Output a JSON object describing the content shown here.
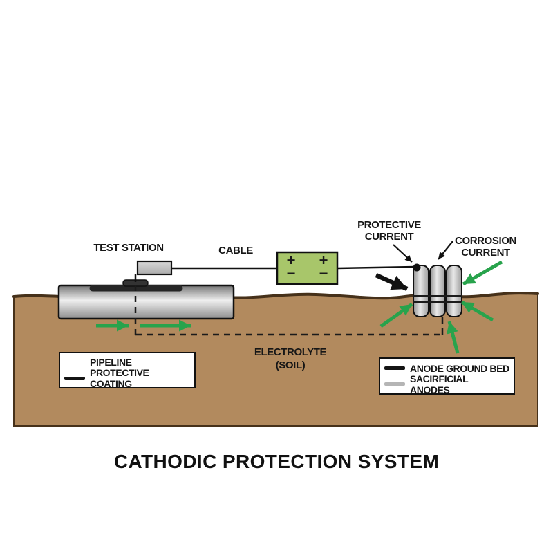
{
  "title": "CATHODIC PROTECTION SYSTEM",
  "labels": {
    "test_station": "TEST STATION",
    "cable": "CABLE",
    "protective_current": "PROTECTIVE\nCURRENT",
    "corrosion_current": "CORROSION\nCURRENT",
    "electrolyte": "ELECTROLYTE\n(SOIL)"
  },
  "battery": {
    "plus": "+",
    "minus": "−"
  },
  "legends": {
    "pipeline_box": {
      "items": [
        {
          "swatch": "none",
          "label": "PIPELINE"
        },
        {
          "swatch": "black-line",
          "label": "PROTECTIVE COATING"
        }
      ]
    },
    "anode_box": {
      "items": [
        {
          "swatch": "black-line",
          "label": "ANODE GROUND BED"
        },
        {
          "swatch": "gray-line",
          "label": "SACIRFICIAL ANODES"
        }
      ]
    }
  },
  "colors": {
    "soil_fill": "#b28a5e",
    "soil_outline": "#46311a",
    "arrow_green": "#28a34c",
    "battery_green": "#a8c66a",
    "coating_dark": "#262626",
    "pipe_gray": "#bfbfbf",
    "anode_gray": "#c6c6c6",
    "legend_gray_swatch": "#b5b5b5"
  }
}
